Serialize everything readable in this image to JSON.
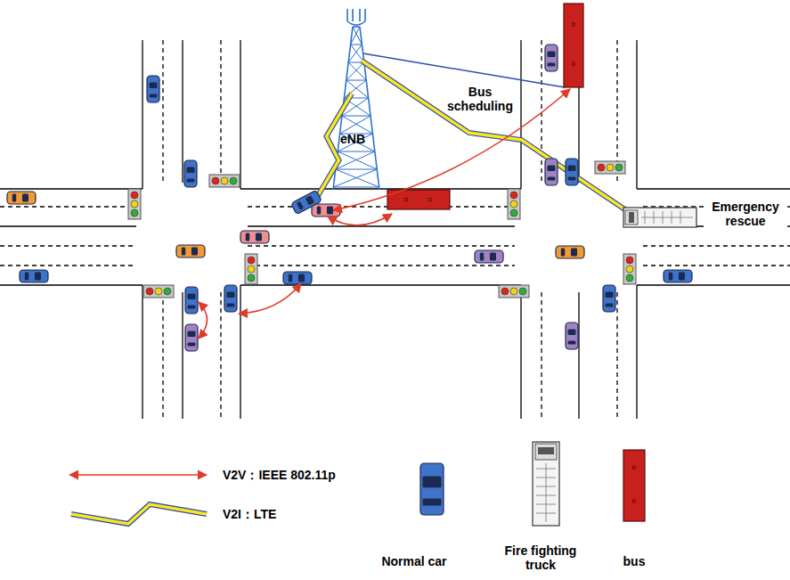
{
  "diagram": {
    "labels": [
      "eNB",
      "Bus scheduling",
      "Emergency rescue"
    ],
    "legend": [
      {
        "text": "V2V：IEEE 802.11p"
      },
      {
        "text": "V2I：LTE"
      },
      {
        "text": "Normal car"
      },
      {
        "text": "Fire fighting truck"
      },
      {
        "text": "bus"
      }
    ]
  }
}
